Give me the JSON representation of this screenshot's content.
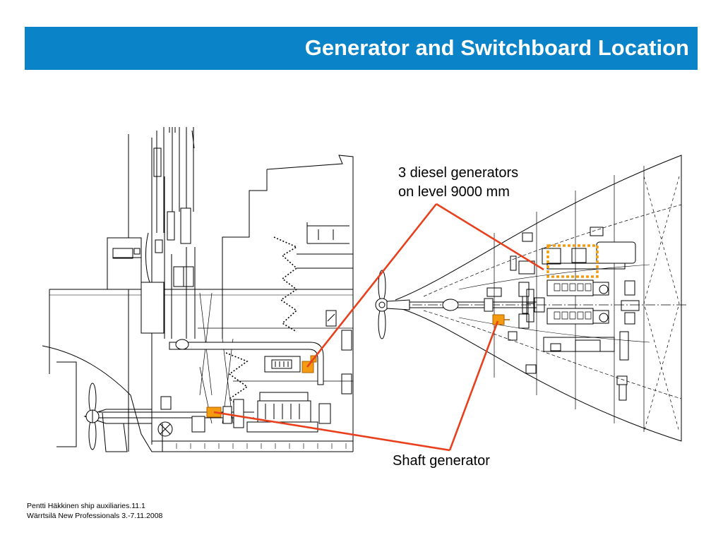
{
  "slide": {
    "title": "Generator and Switchboard Location"
  },
  "annotations": {
    "diesel_line1": "3 diesel generators",
    "diesel_line2": "on level 9000 mm",
    "shaft": "Shaft generator"
  },
  "footer": {
    "line1": "Pentti Häkkinen ship auxiliaries.11.1",
    "line2": "Wärrtsilä New Professionals 3.-7.11.2008"
  },
  "colors": {
    "title_bar": "#0a83c9",
    "pointer_line": "#e8401c",
    "generator": "#f39c12",
    "highlight_box": "#f39c12"
  }
}
